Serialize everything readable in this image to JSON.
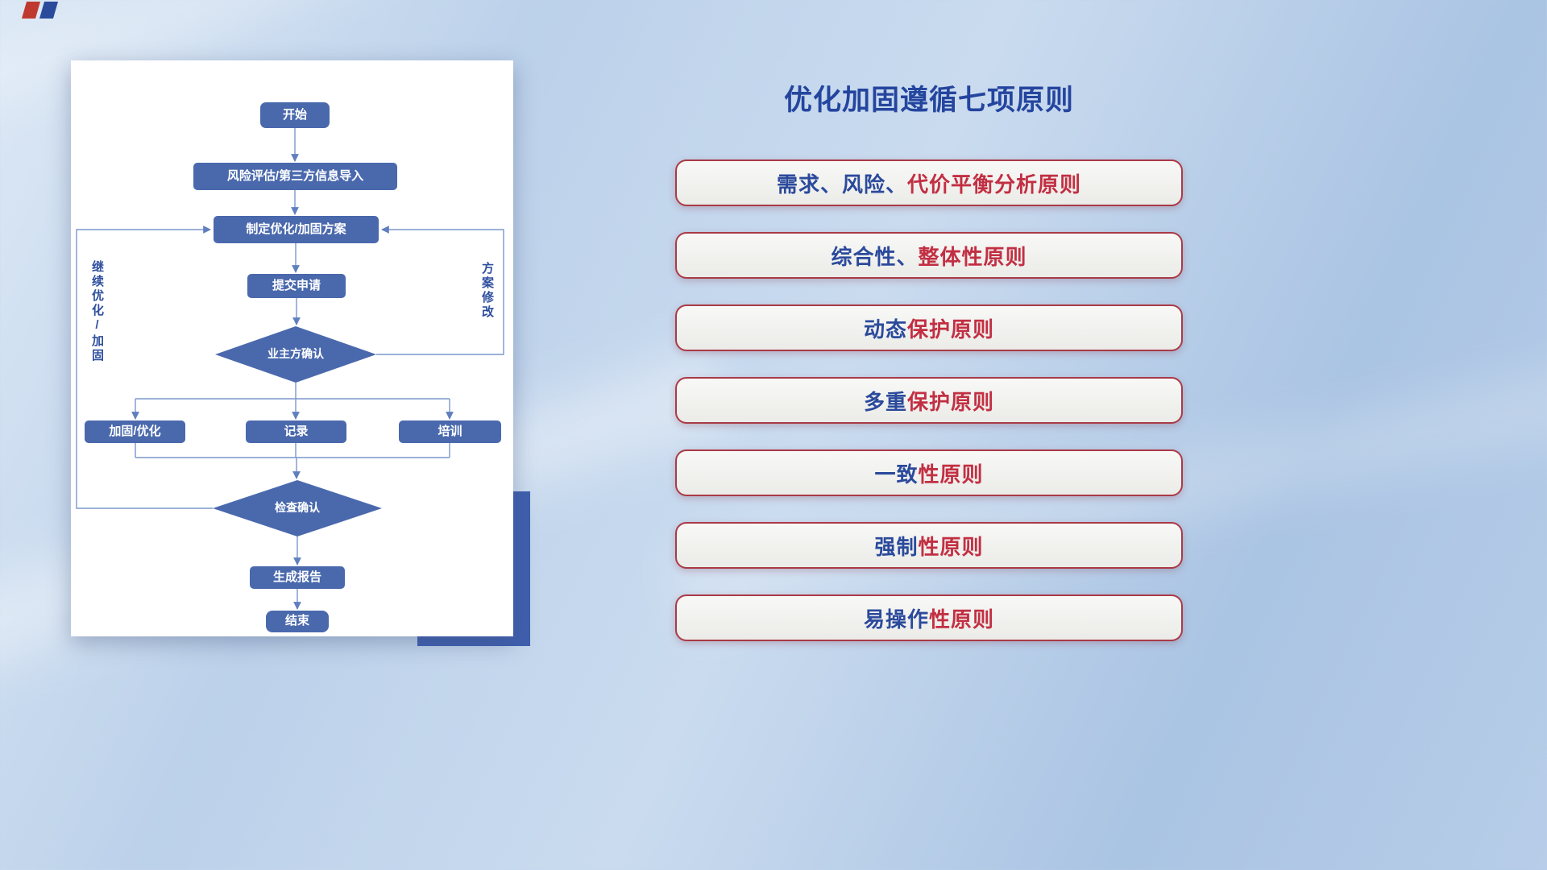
{
  "slide": {
    "title": "优化加固遵循七项原则"
  },
  "flowchart": {
    "nodes": {
      "start": "开始",
      "risk_import": "风险评估/第三方信息导入",
      "make_plan": "制定优化/加固方案",
      "submit": "提交申请",
      "owner_confirm": "业主方确认",
      "harden_optimize": "加固/优化",
      "record": "记录",
      "training": "培训",
      "check_confirm": "检查确认",
      "report": "生成报告",
      "end": "结束"
    },
    "labels": {
      "continue_loop": "继续优化/加固",
      "revise_loop": "方案修改"
    }
  },
  "principles": [
    {
      "blue": "需求、风险、",
      "red": "代价平衡分析原则"
    },
    {
      "blue": "综合性、",
      "red": "整体性原则"
    },
    {
      "blue": "动态",
      "red": "保护原则"
    },
    {
      "blue": "多重",
      "red": "保护原则"
    },
    {
      "blue": "一致",
      "red": "性原则"
    },
    {
      "blue": "强制",
      "red": "性原则"
    },
    {
      "blue": "易操作",
      "red": "性原则"
    }
  ],
  "colors": {
    "title": "#24459e",
    "principle_blue": "#2b4a9c",
    "principle_red": "#c22f42",
    "pill_border": "#a93a46",
    "node_fill": "#4a69ad",
    "connector": "#7b97cc",
    "accent_rect": "#3f5fae"
  }
}
